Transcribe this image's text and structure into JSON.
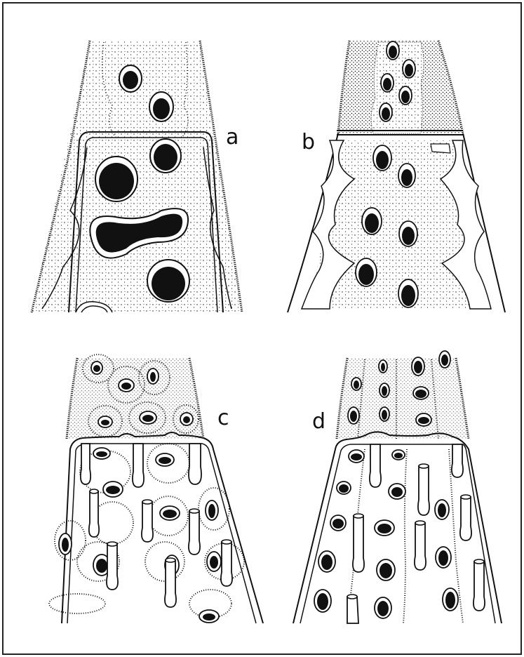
{
  "figure": {
    "panels": [
      {
        "id": "a",
        "label": "a"
      },
      {
        "id": "b",
        "label": "b"
      },
      {
        "id": "c",
        "label": "c"
      },
      {
        "id": "d",
        "label": "d"
      }
    ]
  },
  "colors": {
    "ink": "#111111",
    "paper": "#ffffff",
    "frame_border": "#222222"
  }
}
